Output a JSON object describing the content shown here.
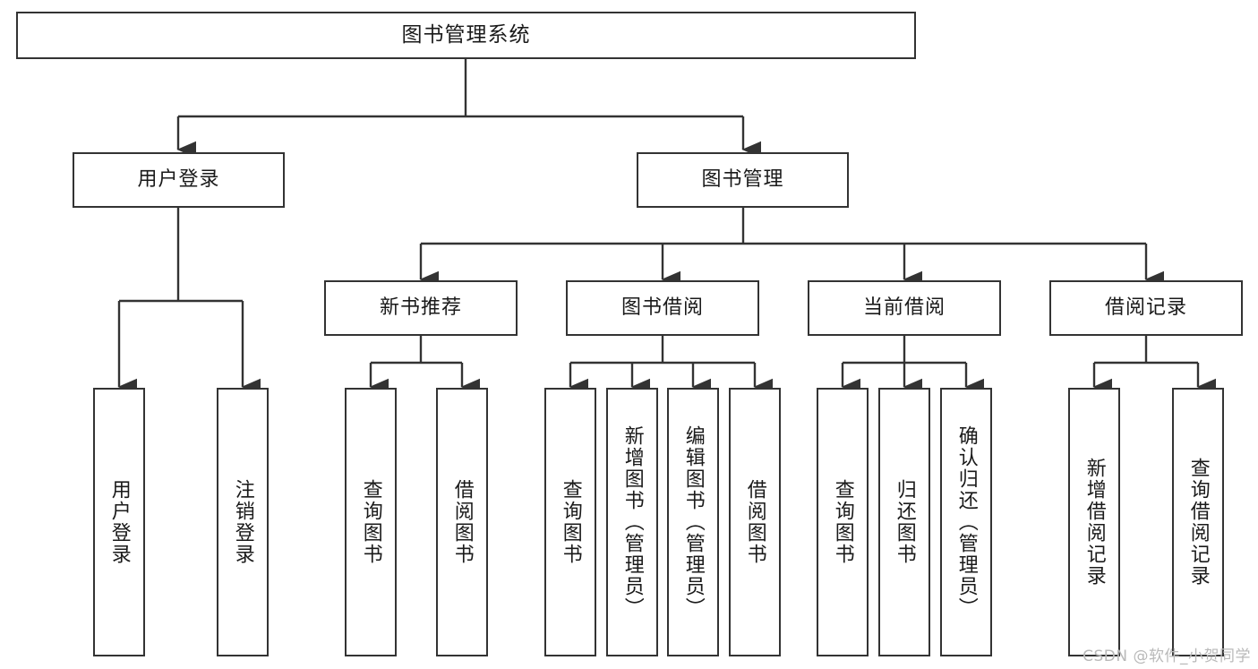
{
  "diagram": {
    "title": "图书管理系统",
    "type": "hierarchy-tree",
    "watermark": "CSDN @软件_小贺同学",
    "colors": {
      "box_border": "#333333",
      "box_fill": "#ffffff",
      "connector": "#333333",
      "text": "#1a1a1a",
      "watermark": "#b9b9b9",
      "background": "#ffffff"
    },
    "levels": {
      "root": {
        "label": "图书管理系统"
      },
      "level2": [
        {
          "id": "user-login",
          "label": "用户登录"
        },
        {
          "id": "book-manage",
          "label": "图书管理"
        }
      ],
      "level3": [
        {
          "id": "new-book-recommend",
          "label": "新书推荐",
          "parent": "book-manage"
        },
        {
          "id": "book-borrow",
          "label": "图书借阅",
          "parent": "book-manage"
        },
        {
          "id": "current-borrow",
          "label": "当前借阅",
          "parent": "book-manage"
        },
        {
          "id": "borrow-record",
          "label": "借阅记录",
          "parent": "book-manage"
        }
      ],
      "leaves": {
        "user-login": [
          {
            "id": "leaf-user-login",
            "label": "用户登录"
          },
          {
            "id": "leaf-logout",
            "label": "注销登录"
          }
        ],
        "new-book-recommend": [
          {
            "id": "leaf-query-book-1",
            "label": "查询图书"
          },
          {
            "id": "leaf-borrow-book-1",
            "label": "借阅图书"
          }
        ],
        "book-borrow": [
          {
            "id": "leaf-query-book-2",
            "label": "查询图书"
          },
          {
            "id": "leaf-add-book",
            "label": "新增图书（管理员）"
          },
          {
            "id": "leaf-edit-book",
            "label": "编辑图书（管理员）"
          },
          {
            "id": "leaf-borrow-book-2",
            "label": "借阅图书"
          }
        ],
        "current-borrow": [
          {
            "id": "leaf-query-book-3",
            "label": "查询图书"
          },
          {
            "id": "leaf-return-book",
            "label": "归还图书"
          },
          {
            "id": "leaf-confirm-return",
            "label": "确认归还（管理员）"
          }
        ],
        "borrow-record": [
          {
            "id": "leaf-add-record",
            "label": "新增借阅记录"
          },
          {
            "id": "leaf-query-record",
            "label": "查询借阅记录"
          }
        ]
      }
    }
  }
}
